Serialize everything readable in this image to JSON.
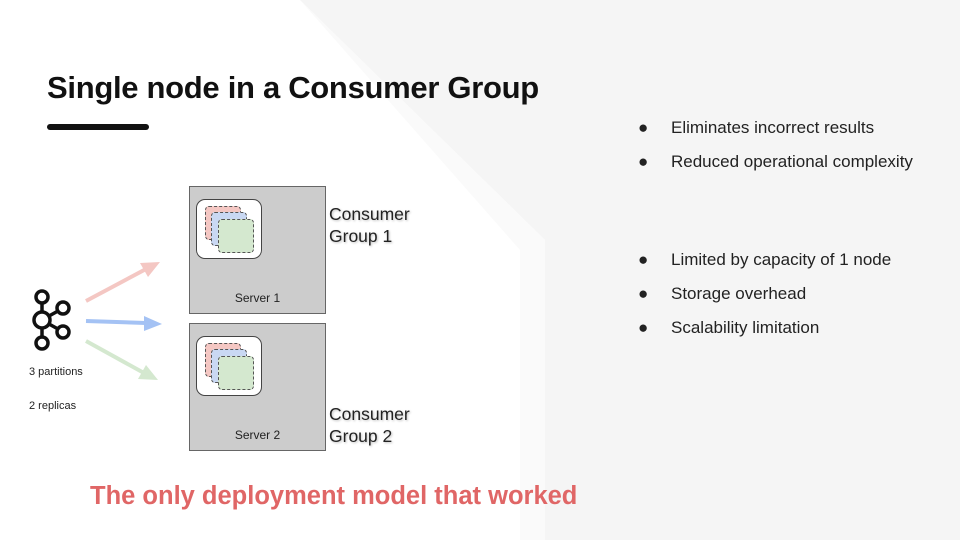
{
  "slide": {
    "title": "Single node in a Consumer Group",
    "tagline": "The only deployment model that worked"
  },
  "kafka": {
    "icon": "kafka-icon",
    "partitions_label": "3 partitions",
    "replicas_label": "2 replicas",
    "arrow_colors": [
      "#f4c7c3",
      "#a4c2f4",
      "#d4e8cf"
    ]
  },
  "servers": [
    {
      "label": "Server 1",
      "group_line1": "Consumer",
      "group_line2": "Group 1"
    },
    {
      "label": "Server 2",
      "group_line1": "Consumer",
      "group_line2": "Group 2"
    }
  ],
  "partition_colors": {
    "red": "#f4c7c3",
    "blue": "#c9d8f3",
    "green": "#d4e8cf"
  },
  "bullet_glyph": "●",
  "pros": [
    "Eliminates incorrect results",
    "Reduced operational complexity"
  ],
  "cons": [
    "Limited by capacity of 1 node",
    "Storage overhead",
    "Scalability limitation"
  ],
  "colors": {
    "tagline": "#e06666",
    "server_fill": "#cccccc",
    "title": "#111111"
  }
}
